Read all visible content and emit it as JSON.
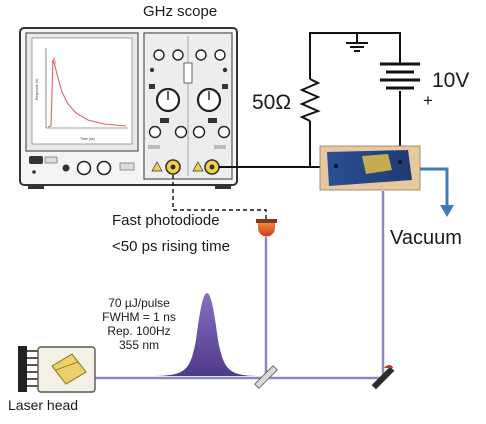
{
  "labels": {
    "scope_title": "GHz scope",
    "resistor": "50Ω",
    "voltage": "10V",
    "polarity_plus": "+",
    "vacuum": "Vacuum",
    "photodiode_line1": "Fast photodiode",
    "photodiode_line2": "<50 ps rising time",
    "pulse_lines": [
      "70 µJ/pulse",
      "FWHM = 1 ns",
      "Rep. 100Hz",
      "355 nm"
    ],
    "laser_head": "Laser head"
  },
  "scope_screen": {
    "y_axis_label": "Response (V)",
    "x_axis_label": "Time (ns)"
  },
  "colors": {
    "laser_beam": "#8b87bf",
    "pulse_fill": "#6a4c9c",
    "vacuum_arrow": "#3d7bbf",
    "photodiode": "#d8562b",
    "wire": "#111111",
    "sample_blue": "#2b4c8c",
    "sample_gold": "#d8b84a",
    "scope_trace": "#e06060"
  }
}
